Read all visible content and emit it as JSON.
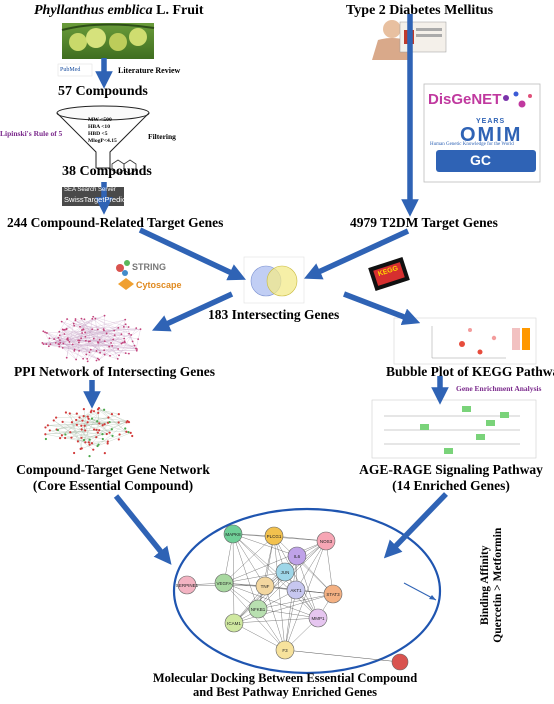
{
  "left_branch": {
    "source_species": "Phyllanthus emblica",
    "source_suffix": " L. Fruit",
    "pubmed_logo": "PubMed",
    "literature_review": "Literature Review",
    "compounds_57": "57 Compounds",
    "lipinski_label": "Lipinski's Rule of 5",
    "filter_rules": [
      "MW <500",
      "HBA <10",
      "HBD <5",
      "MlogP<4.15"
    ],
    "filtering": "Filtering",
    "compounds_38": "38 Compounds",
    "sea_logo": "SEA Search Server",
    "swiss_logo": "SwissTargetPrediction",
    "target_genes": "244 Compound-Related Target Genes"
  },
  "right_branch": {
    "disease": "Type 2 Diabetes Mellitus",
    "disgenet_logo": "DisGeNET",
    "omim_years": "YEARS",
    "omim_logo": "OMIM",
    "omim_subtitle": "Human Genetic Knowledge for the World",
    "genecards_logo": "GC",
    "target_genes": "4979 T2DM Target Genes"
  },
  "intersection": {
    "label": "183 Intersecting Genes",
    "string_logo": "STRING",
    "cytoscape_logo": "Cytoscape",
    "kegg_logo": "KEGG"
  },
  "ppi": {
    "label": "PPI Network of Intersecting Genes"
  },
  "compound_network": {
    "line1": "Compound-Target Gene Network",
    "line2": "(Core Essential Compound)"
  },
  "kegg_branch": {
    "bubble_label": "Bubble Plot of KEGG Pathways",
    "enrichment_label": "Gene Enrichment Analysis",
    "pathway_line1": "AGE-RAGE Signaling Pathway",
    "pathway_line2": "(14 Enriched Genes)"
  },
  "docking": {
    "line1": "Molecular Docking Between Essential Compound",
    "line2": "and Best Pathway Enriched Genes",
    "affinity_line1": "Binding Affinity",
    "affinity_line2": "Quercetin > Metformin",
    "network_nodes": [
      "MAPK8",
      "PLCG1",
      "NOS3",
      "IL6",
      "JUN",
      "VEGFA",
      "TNF",
      "AKT1",
      "STAT3",
      "NFKB1",
      "MMP1",
      "ICAM1",
      "F3",
      "SERPINE1"
    ]
  },
  "colors": {
    "arrow_blue": "#2f63b5",
    "oval_blue": "#1f55b0",
    "lipinski_purple": "#7b2a8c",
    "network_red": "#d23a3a"
  }
}
